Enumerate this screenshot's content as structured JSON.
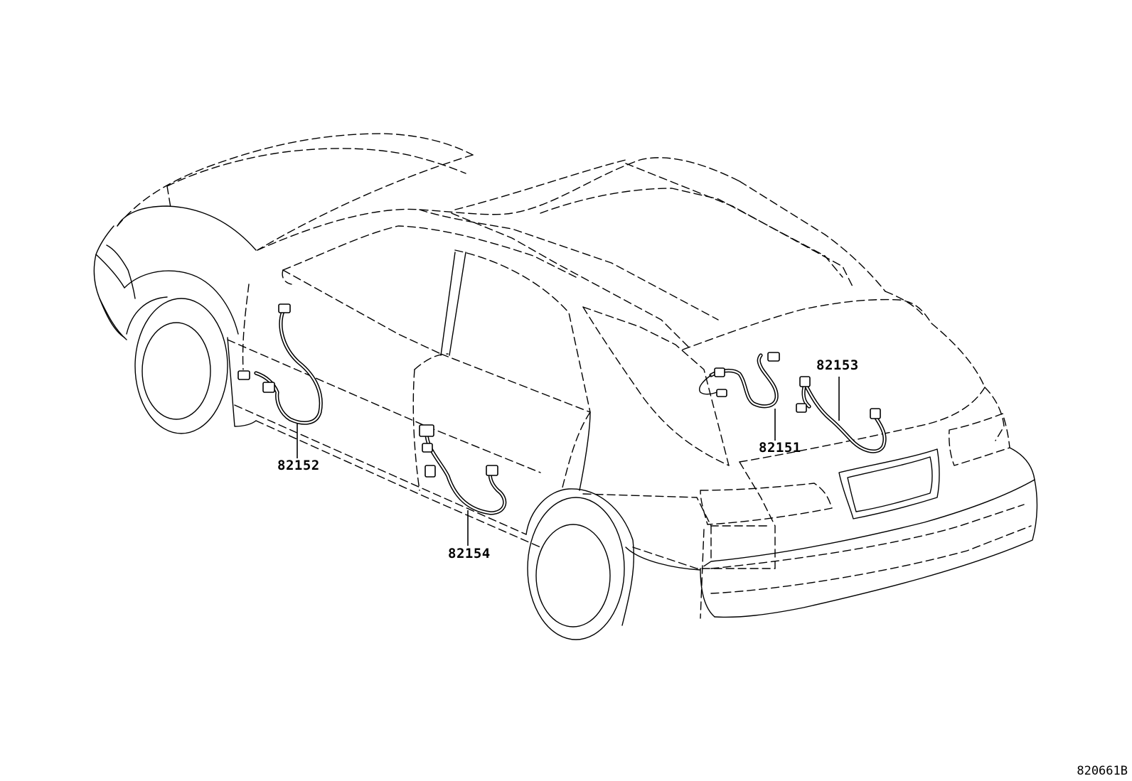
{
  "parts": [
    {
      "id": "82151",
      "label": "82151"
    },
    {
      "id": "82152",
      "label": "82152"
    },
    {
      "id": "82153",
      "label": "82153"
    },
    {
      "id": "82154",
      "label": "82154"
    }
  ],
  "figure_code": "820661B"
}
